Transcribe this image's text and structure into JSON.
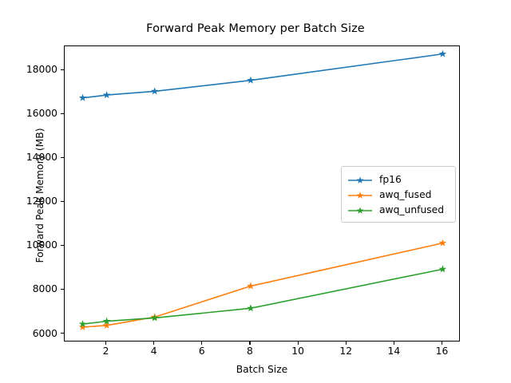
{
  "chart_data": {
    "type": "line",
    "title": "Forward Peak Memory per Batch Size",
    "xlabel": "Batch Size",
    "ylabel": "Forward Peak Memory (MB)",
    "x": [
      1,
      2,
      4,
      8,
      16
    ],
    "xlim": [
      0.25,
      16.75
    ],
    "ylim": [
      5620,
      19100
    ],
    "xticks": [
      2,
      4,
      6,
      8,
      10,
      12,
      14,
      16
    ],
    "xtick_labels": [
      "2",
      "4",
      "6",
      "8",
      "10",
      "12",
      "14",
      "16"
    ],
    "yticks": [
      6000,
      8000,
      10000,
      12000,
      14000,
      16000,
      18000
    ],
    "ytick_labels": [
      "6000",
      "8000",
      "10000",
      "12000",
      "14000",
      "16000",
      "18000"
    ],
    "grid": false,
    "legend_position": "center right",
    "marker": "star",
    "series": [
      {
        "name": "fp16",
        "color": "#1f77b4",
        "values": [
          16750,
          16880,
          17050,
          17550,
          18750
        ]
      },
      {
        "name": "awq_fused",
        "color": "#ff7f0e",
        "values": [
          6310,
          6390,
          6770,
          8180,
          10140
        ]
      },
      {
        "name": "awq_unfused",
        "color": "#2ca02c",
        "values": [
          6450,
          6580,
          6730,
          7170,
          8950
        ]
      }
    ]
  }
}
